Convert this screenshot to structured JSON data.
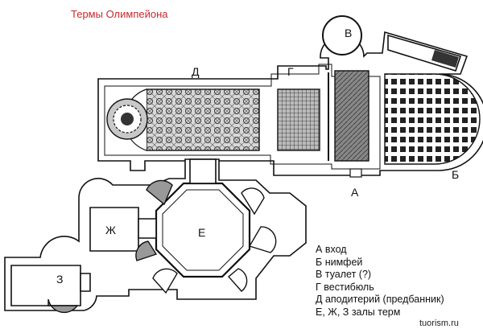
{
  "title": "Термы Олимпейона",
  "rooms": {
    "A": "А",
    "B": "Б",
    "V": "В",
    "G": "Г",
    "D": "Д",
    "E": "Е",
    "Zh": "Ж",
    "Z": "З"
  },
  "legend": [
    {
      "key": "А",
      "text": "вход"
    },
    {
      "key": "Б",
      "text": "нимфей"
    },
    {
      "key": "В",
      "text": "туалет (?)"
    },
    {
      "key": "Г",
      "text": "вестибюль"
    },
    {
      "key": "Д",
      "text": "аподитерий (предбанник)"
    },
    {
      "key": "Е, Ж, З",
      "text": "залы терм"
    }
  ],
  "credit": "tuorism.ru"
}
